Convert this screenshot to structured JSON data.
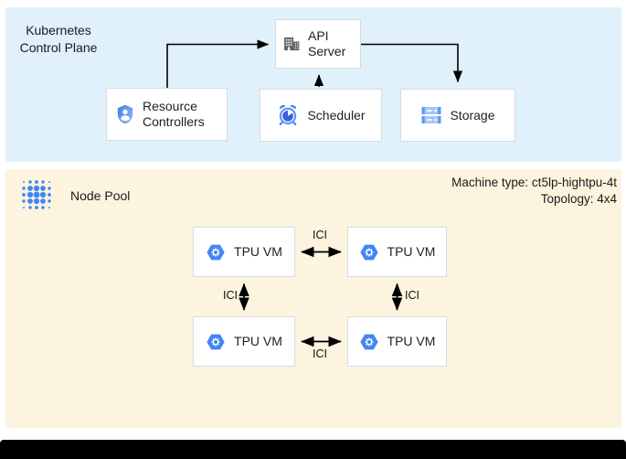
{
  "control_plane": {
    "title": "Kubernetes Control Plane",
    "api_server": {
      "label": "API Server",
      "icon": "building-icon"
    },
    "resource_controllers": {
      "label": "Resource Controllers",
      "icon": "shield-user-icon"
    },
    "scheduler": {
      "label": "Scheduler",
      "icon": "alarm-clock-icon"
    },
    "storage": {
      "label": "Storage",
      "icon": "storage-disks-icon"
    }
  },
  "node_pool": {
    "title": "Node Pool",
    "icon": "node-pool-dots-icon",
    "machine_type": "Machine type: ct5lp-hightpu-4t",
    "topology": "Topology: 4x4",
    "tpu_vms": [
      {
        "label": "TPU VM",
        "icon": "gke-hexagon-icon"
      },
      {
        "label": "TPU VM",
        "icon": "gke-hexagon-icon"
      },
      {
        "label": "TPU VM",
        "icon": "gke-hexagon-icon"
      },
      {
        "label": "TPU VM",
        "icon": "gke-hexagon-icon"
      }
    ],
    "ici_label": "ICI"
  },
  "colors": {
    "control_plane_bg": "#E0F1FB",
    "node_pool_bg": "#FCF4DF",
    "box_border": "#D8DBDF",
    "accent_blue": "#4285F4",
    "light_blue": "#A6C5FA",
    "dark_clock_face": "#3C60D9",
    "icon_gray": "#5F6368",
    "arrow": "#000000"
  }
}
